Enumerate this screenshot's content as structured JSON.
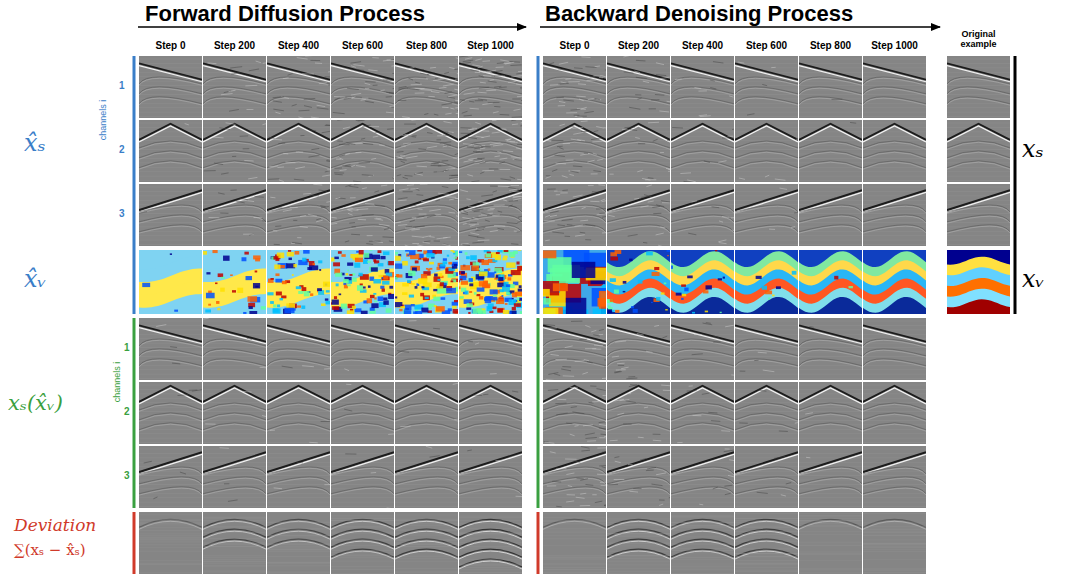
{
  "diagram": {
    "labels": [
      "Forward Diffusion Process",
      "Backward Denoising Process",
      "Step 0",
      "Step 200",
      "Step 400",
      "Step 600",
      "Step 800",
      "Step 1000",
      "Step 0",
      "Step 200",
      "Step 400",
      "Step 600",
      "Step 800",
      "Step 1000",
      "Original example",
      "x̂ₛ",
      "channels i",
      "1",
      "2",
      "3",
      "x̂ᵥ",
      "xₛ",
      "xᵥ",
      "xₛ(x̂ᵥ)",
      "channels i",
      "1",
      "2",
      "3",
      "Deviation",
      "∑(xₛ − x̂ₛ)"
    ]
  }
}
